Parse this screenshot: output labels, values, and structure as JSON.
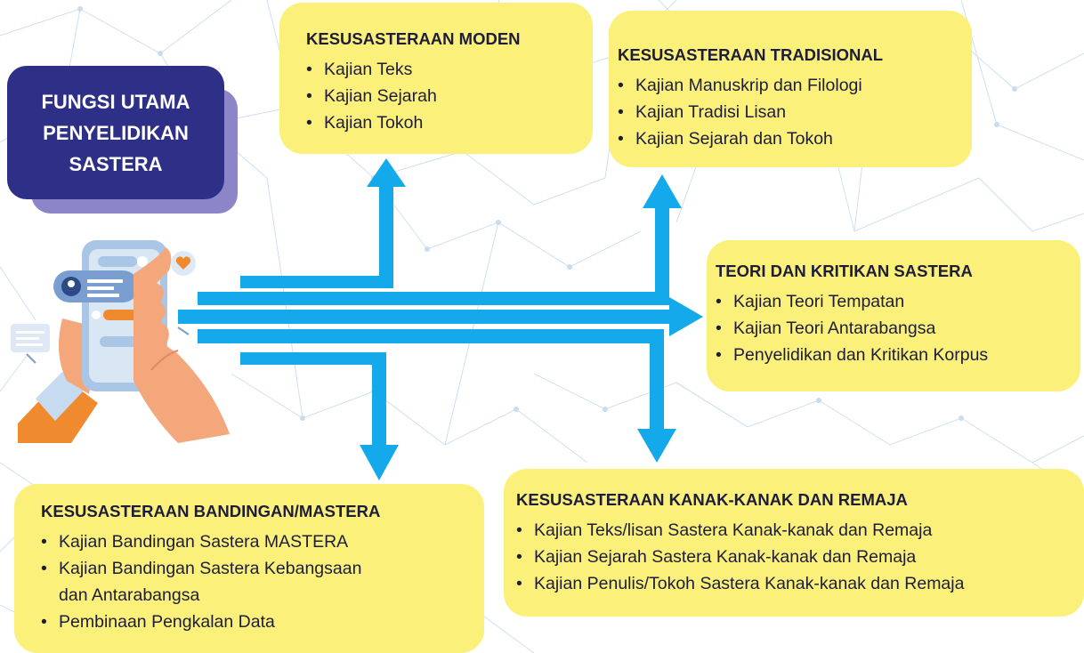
{
  "title": {
    "line1": "FUNGSI UTAMA",
    "line2": "PENYELIDIKAN",
    "line3": "SASTERA"
  },
  "moden": {
    "heading": "KESUSASTERAAN MODEN",
    "items": [
      "Kajian Teks",
      "Kajian Sejarah",
      "Kajian Tokoh"
    ]
  },
  "tradisional": {
    "heading": "KESUSASTERAAN TRADISIONAL",
    "items": [
      "Kajian Manuskrip dan Filologi",
      "Kajian Tradisi Lisan",
      "Kajian Sejarah dan Tokoh"
    ]
  },
  "teori": {
    "heading": "TEORI DAN KRITIKAN SASTERA",
    "items": [
      "Kajian Teori Tempatan",
      "Kajian Teori Antarabangsa",
      "Penyelidikan dan Kritikan Korpus"
    ]
  },
  "bandingan": {
    "heading": "KESUSASTERAAN BANDINGAN/MASTERA",
    "items": [
      "Kajian Bandingan Sastera MASTERA",
      "Kajian Bandingan Sastera Kebangsaan",
      "Pembinaan Pengkalan Data"
    ],
    "item2_cont": "dan Antarabangsa"
  },
  "kanak": {
    "heading": "KESUSASTERAAN KANAK-KANAK DAN REMAJA",
    "items": [
      "Kajian Teks/lisan Sastera Kanak-kanak dan Remaja",
      "Kajian Sejarah Sastera Kanak-kanak dan Remaja",
      "Kajian Penulis/Tokoh Sastera Kanak-kanak dan Remaja"
    ]
  },
  "colors": {
    "title_bg": "#2e2f86",
    "title_shadow": "#8c86c8",
    "box_bg": "#fbf07a",
    "arrow": "#13a9ea",
    "network": "#c9dcef"
  },
  "icons": [
    "network-background",
    "phone-chat-illustration",
    "heart-icon",
    "chat-bubble-icon"
  ]
}
